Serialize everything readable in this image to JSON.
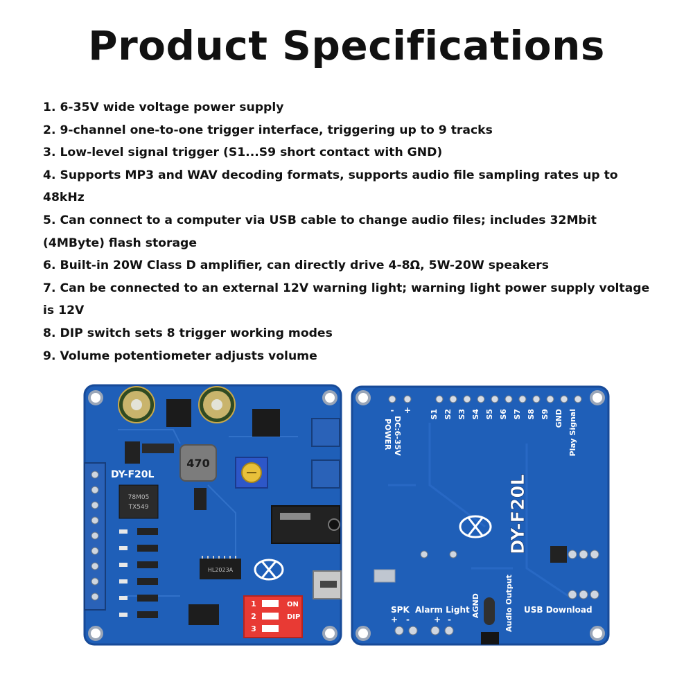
{
  "header": {
    "title": "Product Specifications"
  },
  "specs": [
    "1. 6-35V wide voltage power supply",
    "2. 9-channel one-to-one trigger interface, triggering up to 9 tracks",
    "3. Low-level signal trigger (S1...S9 short contact with GND)",
    "4. Supports MP3 and WAV decoding formats, supports audio file sampling rates up to 48kHz",
    "5. Can connect to a computer via USB cable to change audio files; includes 32Mbit (4MByte) flash storage",
    "6. Built-in 20W Class D amplifier, can directly drive 4-8Ω, 5W-20W speakers",
    "7. Can be connected to an external 12V warning light; warning light power supply voltage is 12V",
    "8. DIP switch sets 8 trigger working modes",
    "9. Volume potentiometer adjusts volume"
  ],
  "front_board": {
    "model": "DY-F20L",
    "inductor": "470",
    "regulator_top": "78M05",
    "regulator_bottom": "TX549",
    "chip_label": "HL2023A",
    "dip_on": "ON",
    "dip_dip": "DIP",
    "dip_1": "1",
    "dip_2": "2",
    "dip_3": "3"
  },
  "back_board": {
    "model": "DY-F20L",
    "power_label": "POWER",
    "power_voltage": "DC:6-35V",
    "minus": "-",
    "plus": "+",
    "pins": [
      "S1",
      "S2",
      "S3",
      "S4",
      "S5",
      "S6",
      "S7",
      "S8",
      "S9",
      "GND",
      "Play Signal"
    ],
    "spk": "SPK",
    "alarm_light": "Alarm Light",
    "agnd": "AGND",
    "audio_output": "Audio Output",
    "usb_download": "USB Download"
  },
  "colors": {
    "pcb_blue": "#1f5fb8",
    "pcb_dark": "#174a98",
    "dip_red": "#e83a34",
    "pot_blue": "#2d57c8"
  }
}
